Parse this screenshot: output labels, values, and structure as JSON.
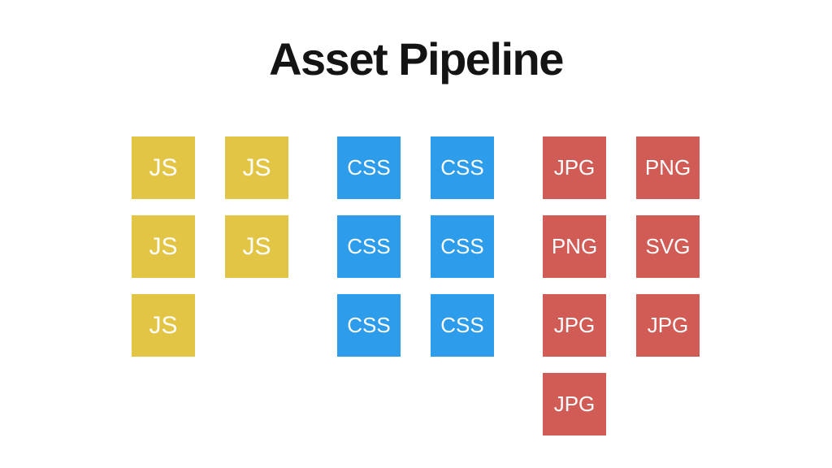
{
  "title": "Asset Pipeline",
  "colors": {
    "background": "#FFFFFF",
    "title_text": "#141414",
    "box_label": "#FFFFFF",
    "javascript": "#E3C545",
    "stylesheet": "#2D9CEA",
    "image": "#D15B55"
  },
  "groups": [
    {
      "name": "javascript-assets",
      "color": "#E3C545",
      "rows": [
        [
          "JS",
          "JS"
        ],
        [
          "JS",
          "JS"
        ],
        [
          "JS"
        ]
      ]
    },
    {
      "name": "stylesheet-assets",
      "color": "#2D9CEA",
      "rows": [
        [
          "CSS",
          "CSS"
        ],
        [
          "CSS",
          "CSS"
        ],
        [
          "CSS",
          "CSS"
        ]
      ]
    },
    {
      "name": "image-assets",
      "color": "#D15B55",
      "rows": [
        [
          "JPG",
          "PNG"
        ],
        [
          "PNG",
          "SVG"
        ],
        [
          "JPG",
          "JPG"
        ],
        [
          "JPG"
        ]
      ]
    }
  ]
}
